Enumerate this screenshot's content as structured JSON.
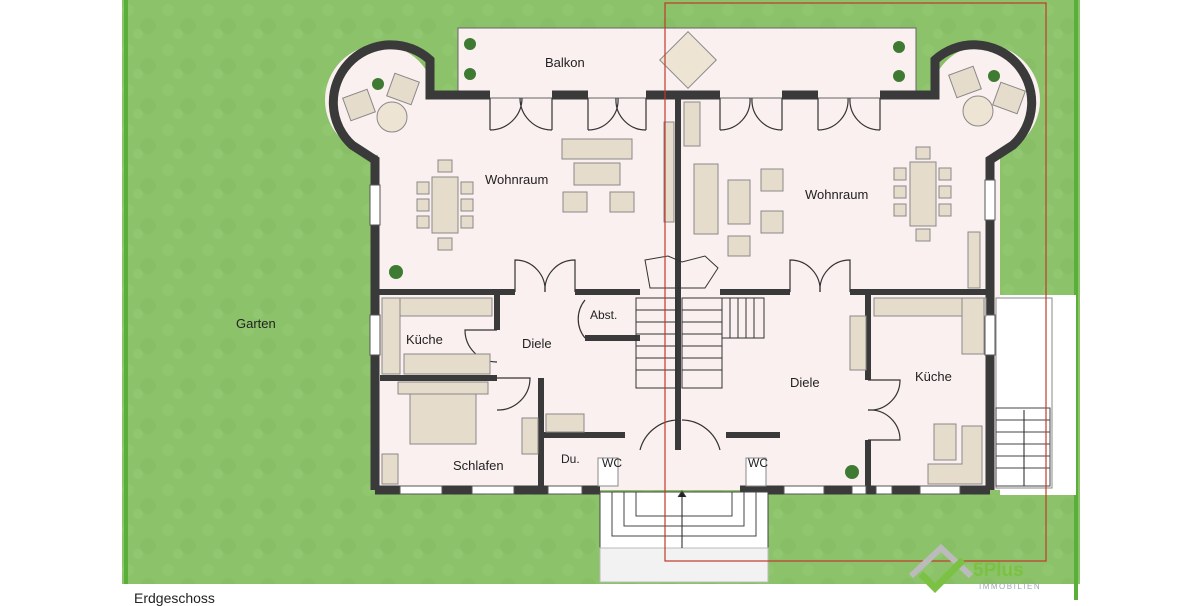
{
  "floor_label": "Erdgeschoss",
  "rooms": {
    "balkon": "Balkon",
    "wohnraum_left": "Wohnraum",
    "wohnraum_right": "Wohnraum",
    "garten": "Garten",
    "kueche_left": "Küche",
    "kueche_right": "Küche",
    "diele_left": "Diele",
    "diele_right": "Diele",
    "abst": "Abst.",
    "schlafen": "Schlafen",
    "du": "Du.",
    "wc_left": "WC",
    "wc_right": "WC"
  },
  "logo": {
    "brand": "5Plus",
    "subtitle": "IMMOBILIEN",
    "icon": "house-check-icon"
  },
  "colors": {
    "garden": "#8cc26a",
    "border_green": "#5aae3a",
    "floor": "#fbf0f0",
    "wall": "#3a3a3a",
    "furniture": "#e6dccb",
    "outline_red": "#c0392b",
    "logo_green": "#7bc143"
  }
}
